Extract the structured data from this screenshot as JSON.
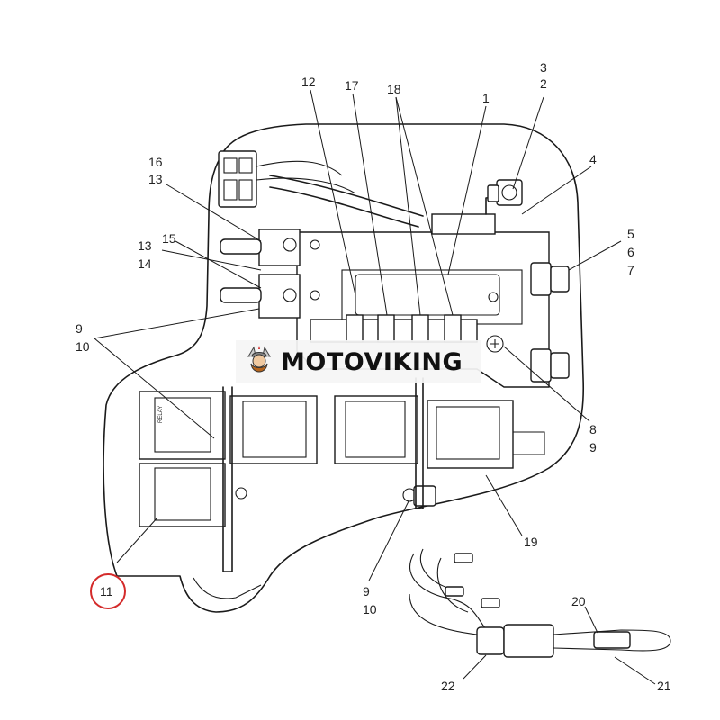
{
  "watermark": {
    "text": "MOTOVIKING"
  },
  "callouts": [
    {
      "id": "c12",
      "text": "12"
    },
    {
      "id": "c17",
      "text": "17"
    },
    {
      "id": "c18",
      "text": "18"
    },
    {
      "id": "c1",
      "text": "1"
    },
    {
      "id": "c3",
      "text": "3"
    },
    {
      "id": "c2",
      "text": "2"
    },
    {
      "id": "c4",
      "text": "4"
    },
    {
      "id": "c16",
      "text": "16"
    },
    {
      "id": "c13a",
      "text": "13"
    },
    {
      "id": "c15",
      "text": "15"
    },
    {
      "id": "c13b",
      "text": "13"
    },
    {
      "id": "c14",
      "text": "14"
    },
    {
      "id": "c5",
      "text": "5"
    },
    {
      "id": "c6",
      "text": "6"
    },
    {
      "id": "c7",
      "text": "7"
    },
    {
      "id": "c9a",
      "text": "9"
    },
    {
      "id": "c10a",
      "text": "10"
    },
    {
      "id": "c8",
      "text": "8"
    },
    {
      "id": "c9b",
      "text": "9"
    },
    {
      "id": "c19",
      "text": "19"
    },
    {
      "id": "c9c",
      "text": "9"
    },
    {
      "id": "c10b",
      "text": "10"
    },
    {
      "id": "c11",
      "text": "11"
    },
    {
      "id": "c20",
      "text": "20"
    },
    {
      "id": "c21",
      "text": "21"
    },
    {
      "id": "c22",
      "text": "22"
    }
  ],
  "highlight": {
    "callout": "11",
    "color": "#d42a2a"
  },
  "colors": {
    "line": "#1a1a1a",
    "watermark_logo": "#b5651d"
  }
}
